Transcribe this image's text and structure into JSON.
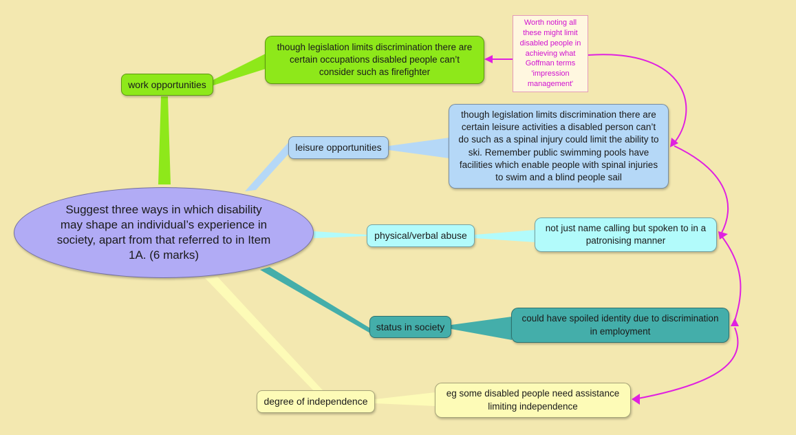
{
  "central": {
    "text": "Suggest three ways in which disability may shape an individual’s experience in society, apart from that referred to in Item 1A. (6 marks)",
    "color": "#b1abf5"
  },
  "branches": [
    {
      "id": "work",
      "label": "work opportunities",
      "color": "#8ee81a",
      "detail": "though legislation limits discrimination there are certain occupations disabled people can’t consider such as firefighter",
      "detail_color": "#8ee81a"
    },
    {
      "id": "leisure",
      "label": "leisure opportunities",
      "color": "#b5d8f7",
      "detail": "though legislation limits discrimination there are certain leisure activities a disabled person can’t do such as a spinal injury could limit the ability to ski. Remember public swimming pools have facilities which enable people with spinal injuries to swim and a blind people sail",
      "detail_color": "#b5d8f7"
    },
    {
      "id": "abuse",
      "label": "physical/verbal abuse",
      "color": "#b2fbfb",
      "detail": "not just name calling but spoken to in a patronising manner",
      "detail_color": "#b2fbfb"
    },
    {
      "id": "status",
      "label": "status in society",
      "color": "#44aeaa",
      "detail": "could have spoiled identity due to discrimination in employment",
      "detail_color": "#44aeaa"
    },
    {
      "id": "independence",
      "label": "degree of independence",
      "color": "#fdfbb7",
      "detail": "eg some disabled people need assistance limiting independence",
      "detail_color": "#fdfbb7"
    }
  ],
  "note": {
    "text": "Worth noting all these might limit disabled people in achieving what Goffman terms 'impression management'",
    "color": "#d010d0"
  },
  "connector_color": "#e020e0"
}
